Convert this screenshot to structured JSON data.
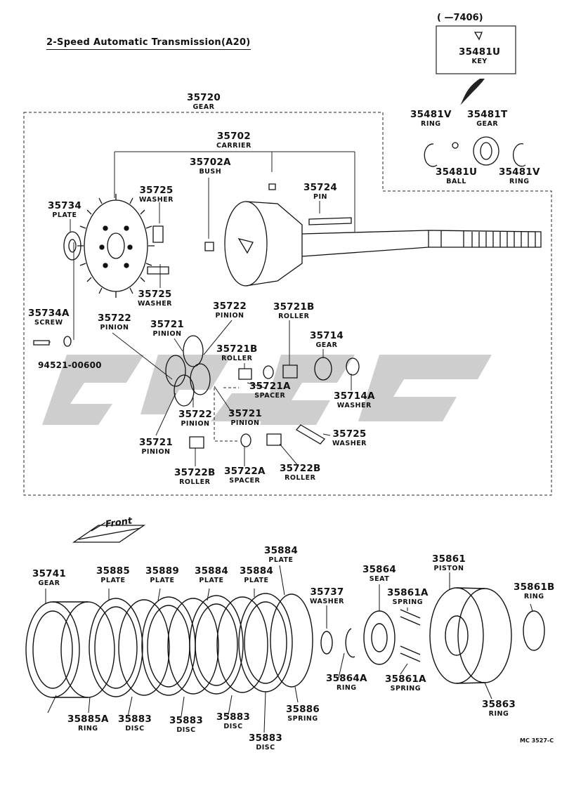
{
  "title": "2-Speed  Automatic  Transmission(A20)",
  "serial_range": "(        —7406)",
  "front_label": "Front",
  "catalog_code": "MC 3527-C",
  "parts": {
    "p35720": {
      "num": "35720",
      "name": "GEAR"
    },
    "p35702": {
      "num": "35702",
      "name": "CARRIER"
    },
    "p35702A": {
      "num": "35702A",
      "name": "BUSH"
    },
    "p35724": {
      "num": "35724",
      "name": "PIN"
    },
    "p35734": {
      "num": "35734",
      "name": "PLATE"
    },
    "p35725a": {
      "num": "35725",
      "name": "WASHER"
    },
    "p35725b": {
      "num": "35725",
      "name": "WASHER"
    },
    "p35725c": {
      "num": "35725",
      "name": "WASHER"
    },
    "p35734A": {
      "num": "35734A",
      "name": "SCREW"
    },
    "p94521": {
      "num": "94521-00600"
    },
    "p35722a": {
      "num": "35722",
      "name": "PINION"
    },
    "p35722b": {
      "num": "35722",
      "name": "PINION"
    },
    "p35722c": {
      "num": "35722",
      "name": "PINION"
    },
    "p35721a": {
      "num": "35721",
      "name": "PINION"
    },
    "p35721b": {
      "num": "35721",
      "name": "PINION"
    },
    "p35721c": {
      "num": "35721",
      "name": "PINION"
    },
    "p35721Ba": {
      "num": "35721B",
      "name": "ROLLER"
    },
    "p35721Bb": {
      "num": "35721B",
      "name": "ROLLER"
    },
    "p35714": {
      "num": "35714",
      "name": "GEAR"
    },
    "p35714A": {
      "num": "35714A",
      "name": "WASHER"
    },
    "p35721A": {
      "num": "35721A",
      "name": "SPACER"
    },
    "p35722Ba": {
      "num": "35722B",
      "name": "ROLLER"
    },
    "p35722Bb": {
      "num": "35722B",
      "name": "ROLLER"
    },
    "p35722A": {
      "num": "35722A",
      "name": "SPACER"
    },
    "p35481U_key": {
      "num": "35481U",
      "name": "KEY"
    },
    "p35481V_a": {
      "num": "35481V",
      "name": "RING"
    },
    "p35481V_b": {
      "num": "35481V",
      "name": "RING"
    },
    "p35481T": {
      "num": "35481T",
      "name": "GEAR"
    },
    "p35481U_ball": {
      "num": "35481U",
      "name": "BALL"
    },
    "p35741": {
      "num": "35741",
      "name": "GEAR"
    },
    "p35885": {
      "num": "35885",
      "name": "PLATE"
    },
    "p35889": {
      "num": "35889",
      "name": "PLATE"
    },
    "p35884a": {
      "num": "35884",
      "name": "PLATE"
    },
    "p35884b": {
      "num": "35884",
      "name": "PLATE"
    },
    "p35884c": {
      "num": "35884",
      "name": "PLATE"
    },
    "p35737": {
      "num": "35737",
      "name": "WASHER"
    },
    "p35864": {
      "num": "35864",
      "name": "SEAT"
    },
    "p35861": {
      "num": "35861",
      "name": "PISTON"
    },
    "p35861Ba": {
      "num": "35861B",
      "name": "RING"
    },
    "p35861A_top": {
      "num": "35861A",
      "name": "SPRING"
    },
    "p35861A_bot": {
      "num": "35861A",
      "name": "SPRING"
    },
    "p35864A": {
      "num": "35864A",
      "name": "RING"
    },
    "p35885A": {
      "num": "35885A",
      "name": "RING"
    },
    "p35883a": {
      "num": "35883",
      "name": "DISC"
    },
    "p35883b": {
      "num": "35883",
      "name": "DISC"
    },
    "p35883c": {
      "num": "35883",
      "name": "DISC"
    },
    "p35883d": {
      "num": "35883",
      "name": "DISC"
    },
    "p35886": {
      "num": "35886",
      "name": "SPRING"
    },
    "p35863": {
      "num": "35863",
      "name": "RING"
    }
  }
}
